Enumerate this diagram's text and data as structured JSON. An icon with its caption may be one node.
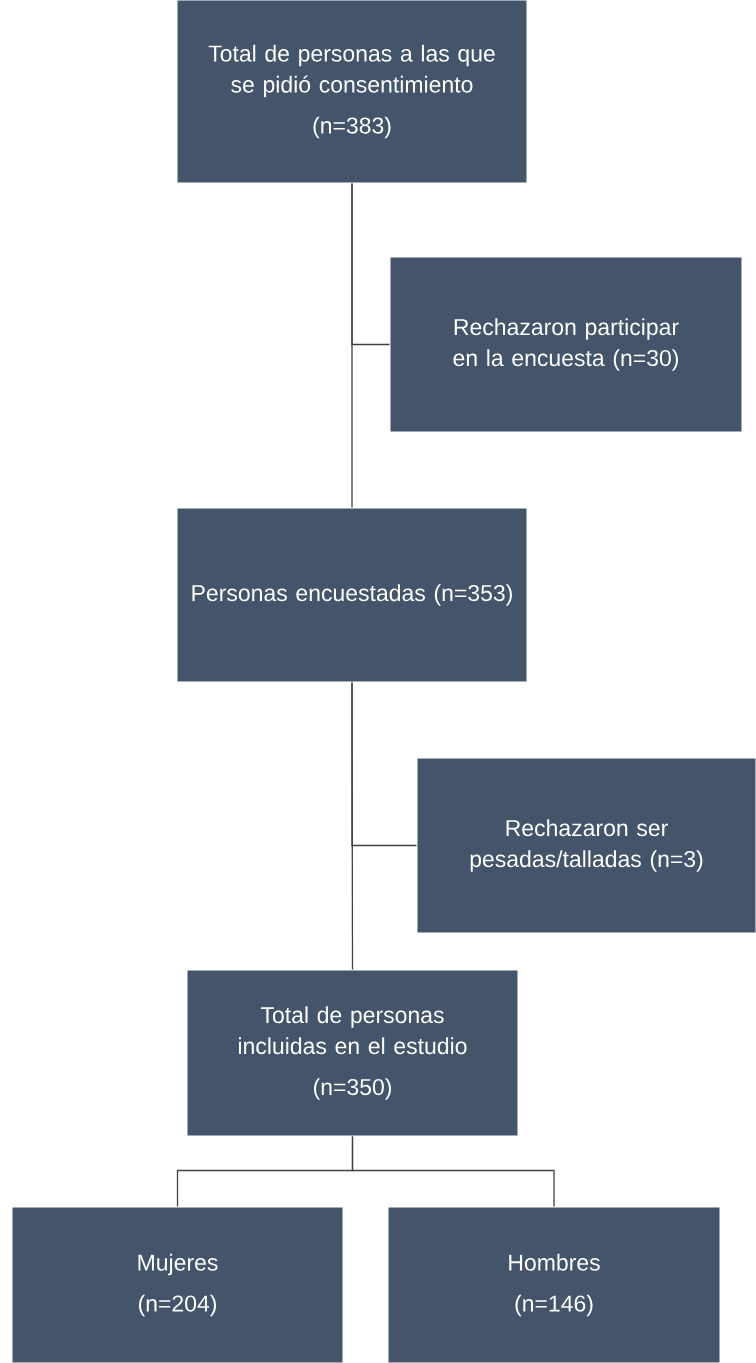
{
  "diagram": {
    "nodes": [
      {
        "text": [
          "Total de personas a las que se pidió consentimiento",
          "(n=383)"
        ]
      },
      {
        "text": [
          "Rechazaron participar en la encuesta (n=30)"
        ]
      },
      {
        "text": [
          "Personas encuestadas (n=353)"
        ]
      },
      {
        "text": [
          "Rechazaron ser pesadas/talladas (n=3)"
        ]
      },
      {
        "text": [
          "Total de personas incluidas en el estudio",
          "(n=350)"
        ]
      },
      {
        "text": [
          "Mujeres",
          "(n=204)"
        ]
      },
      {
        "text": [
          "Hombres",
          "(n=146)"
        ]
      }
    ],
    "edges": [
      {
        "from": 0,
        "to": 2,
        "arrow": "none"
      },
      {
        "from": 0,
        "to": 1,
        "arrow": "none"
      },
      {
        "from": 2,
        "to": 4,
        "arrow": "none"
      },
      {
        "from": 2,
        "to": 3,
        "arrow": "none"
      },
      {
        "from": 4,
        "to": 5,
        "arrow": "none"
      },
      {
        "from": 4,
        "to": 6,
        "arrow": "none"
      }
    ]
  }
}
